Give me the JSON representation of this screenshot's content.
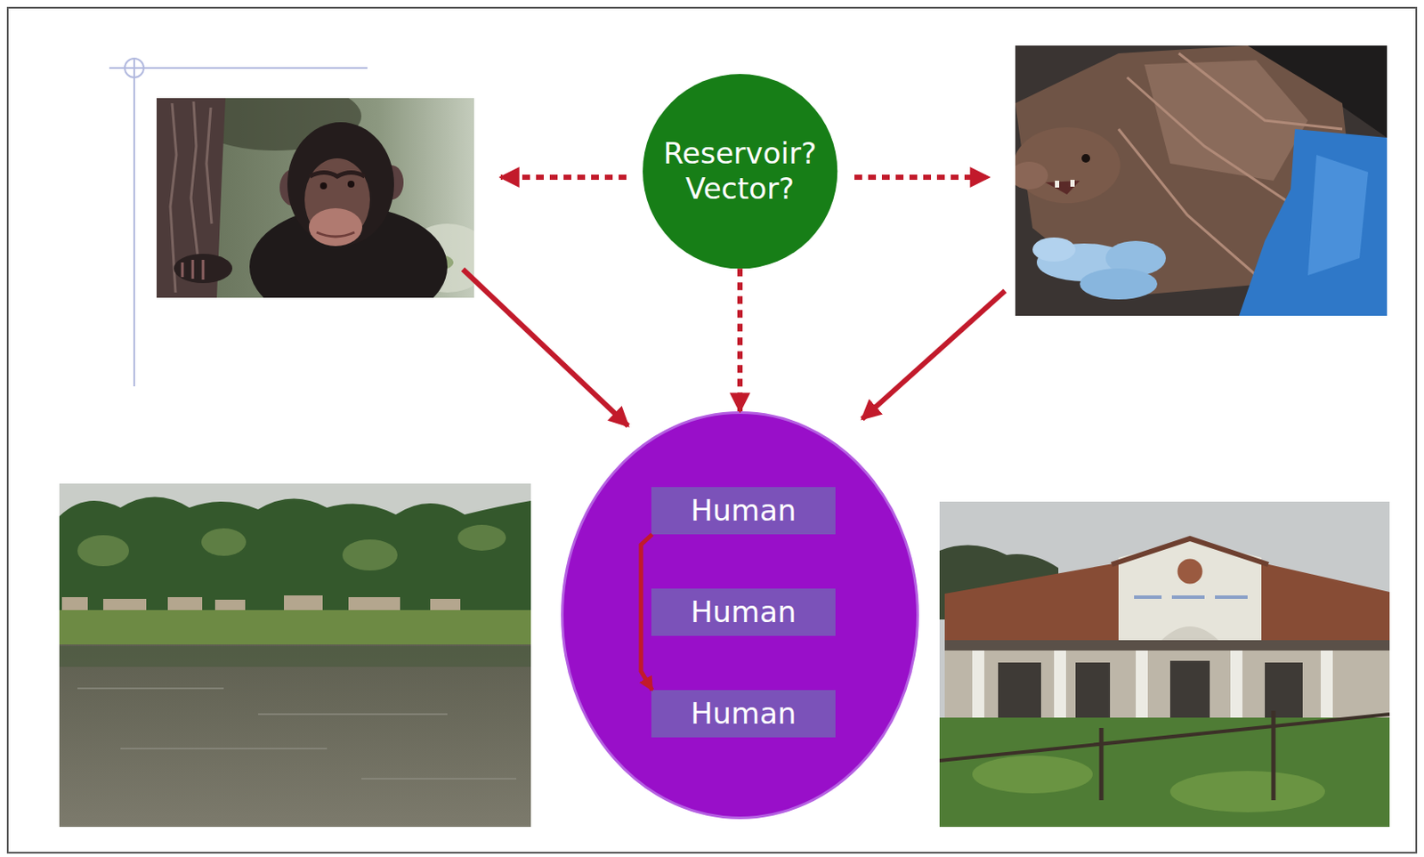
{
  "diagram": {
    "nodes": [
      {
        "text": [
          "Reservoir? Vector?"
        ]
      },
      {
        "text": []
      },
      {
        "text": [
          "Human"
        ],
        "in": 1
      },
      {
        "text": [
          "Human"
        ],
        "in": 1
      },
      {
        "text": [
          "Human"
        ],
        "in": 1
      }
    ],
    "edges": [
      {
        "from": 0,
        "to": 1,
        "arrow": "to"
      },
      {
        "from": 2,
        "to": 4,
        "arrow": "to"
      }
    ]
  }
}
